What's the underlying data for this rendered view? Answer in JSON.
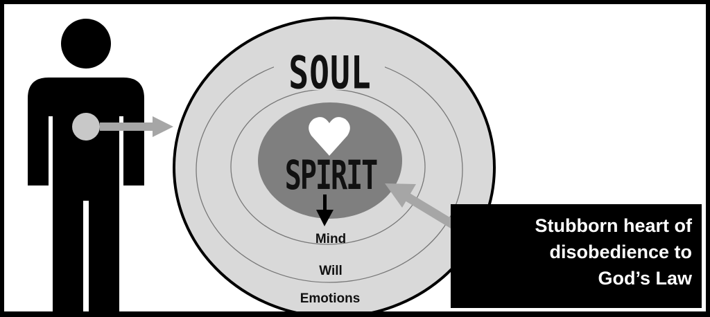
{
  "diagram": {
    "outer_label": "SOUL",
    "inner_label": "SPIRIT",
    "soul_parts": [
      "Mind",
      "Will",
      "Emotions"
    ],
    "callout_lines": [
      "Stubborn heart of",
      "disobedience to",
      "God’s Law"
    ],
    "icons": [
      "person-silhouette-icon",
      "heart-icon",
      "arrow-right-icon",
      "arrow-down-icon",
      "arrow-up-left-icon"
    ],
    "colors": {
      "outer_fill": "#d9d9d9",
      "inner_fill": "#7f7f7f",
      "arrow": "#a6a6a6",
      "frame": "#000000"
    }
  }
}
